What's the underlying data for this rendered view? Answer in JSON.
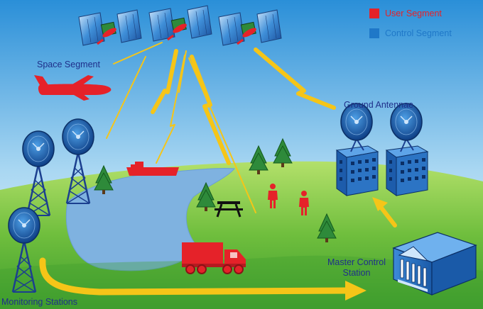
{
  "legend": {
    "items": [
      {
        "label": "User Segment",
        "color": "#e52229"
      },
      {
        "label": "Control Segment",
        "color": "#1f78c8"
      }
    ]
  },
  "labels": {
    "space_segment": "Space Segment",
    "ground_antennae": "Ground Antennae",
    "master_control_station_line1": "Master Control",
    "master_control_station_line2": "Station",
    "monitoring_stations": "Monitoring Stations"
  },
  "colors": {
    "sky_top": "#2a8fd8",
    "sky_bottom": "#e8f5fc",
    "grass_light": "#9ed85a",
    "grass_dark": "#3e9d2e",
    "water": "#7fb2e0",
    "signal_yellow": "#f5c518",
    "user_red": "#e52229",
    "control_blue": "#1f78c8",
    "label_text": "#1f2f8a"
  },
  "icons": [
    "satellite-icon",
    "airplane-icon",
    "ship-icon",
    "truck-icon",
    "person-icon",
    "tree-icon",
    "picnic-table-icon",
    "satellite-dish-icon",
    "building-icon",
    "arrow-icon"
  ]
}
